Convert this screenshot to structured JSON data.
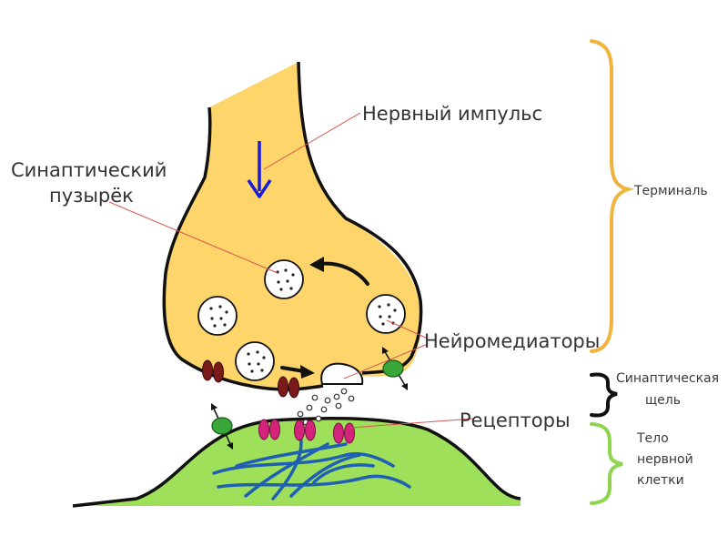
{
  "labels": {
    "nerve_impulse": "Нервный импульс",
    "synaptic_vesicle_line1": "Синаптический",
    "synaptic_vesicle_line2": "пузырёк",
    "neurotransmitters": "Нейромедиаторы",
    "receptors": "Рецепторы"
  },
  "brackets": {
    "terminal": "Терминаль",
    "synaptic_cleft_line1": "Синаптическая",
    "synaptic_cleft_line2": "щель",
    "cell_body_line1": "Тело",
    "cell_body_line2": "нервной",
    "cell_body_line3": "клетки"
  },
  "colors": {
    "terminal_fill": "#fdd56a",
    "cell_body_fill": "#9ee05a",
    "outline": "#111111",
    "impulse_arrow": "#1a1adb",
    "terminal_bracket": "#f0b43c",
    "cleft_bracket": "#111111",
    "cell_bracket": "#8ed44e",
    "pointer_line": "#d9534f",
    "vesicle_channel": "#7a1a1a",
    "receptor": "#d4237a",
    "transporter": "#3aa63a",
    "fibers": "#1f5fb4"
  }
}
